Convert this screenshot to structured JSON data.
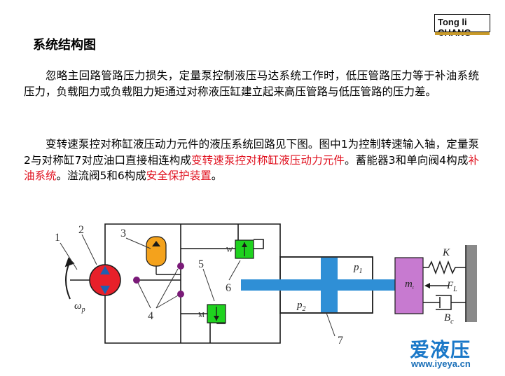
{
  "logo": {
    "text": "Tong li  CHANG"
  },
  "title": "系统结构图",
  "para1": "忽略主回路管路压力损失，定量泵控制液压马达系统工作时，低压管路压力等于补油系统压力，负载阻力或负载阻力矩通过对称液压缸建立起来高压管路与低压管路的压力差。",
  "para2": {
    "t1": "变转速泵控对称缸液压动力元件的液压系统回路见下图。图中1为控制转速输入轴，定量泵2与对称缸7对应油口直接相连构成",
    "r1": "变转速泵控对称缸液压动力元件",
    "t2": "。蓄能器3和单向阀4构成",
    "r2": "补油系统",
    "t3": "。溢流阀5和6构成",
    "r3": "安全保护装置",
    "t4": "。"
  },
  "diagram": {
    "labels": {
      "n1": "1",
      "n2": "2",
      "n3": "3",
      "n4": "4",
      "n5": "5",
      "n6": "6",
      "n7": "7"
    },
    "omega": "ω",
    "omega_sub": "p",
    "p1": "p",
    "p1_sub": "1",
    "p2": "p",
    "p2_sub": "2",
    "mass": "m",
    "mass_sub": "t",
    "spring": "K",
    "force": "F",
    "force_sub": "L",
    "damper": "B",
    "damper_sub": "c",
    "valve_w": "W",
    "valve_m": "M",
    "colors": {
      "line": "#1a1a1a",
      "pump": "#e8202a",
      "pump_arrow": "#1e60b0",
      "valve": "#1fd21f",
      "accumulator": "#f4a21c",
      "check": "#7a1a78",
      "cylinder": "#2f8fd6",
      "mass": "#c77ad0"
    }
  },
  "watermark": {
    "brand": "爱液压",
    "url": "www.iyeya.cn"
  }
}
